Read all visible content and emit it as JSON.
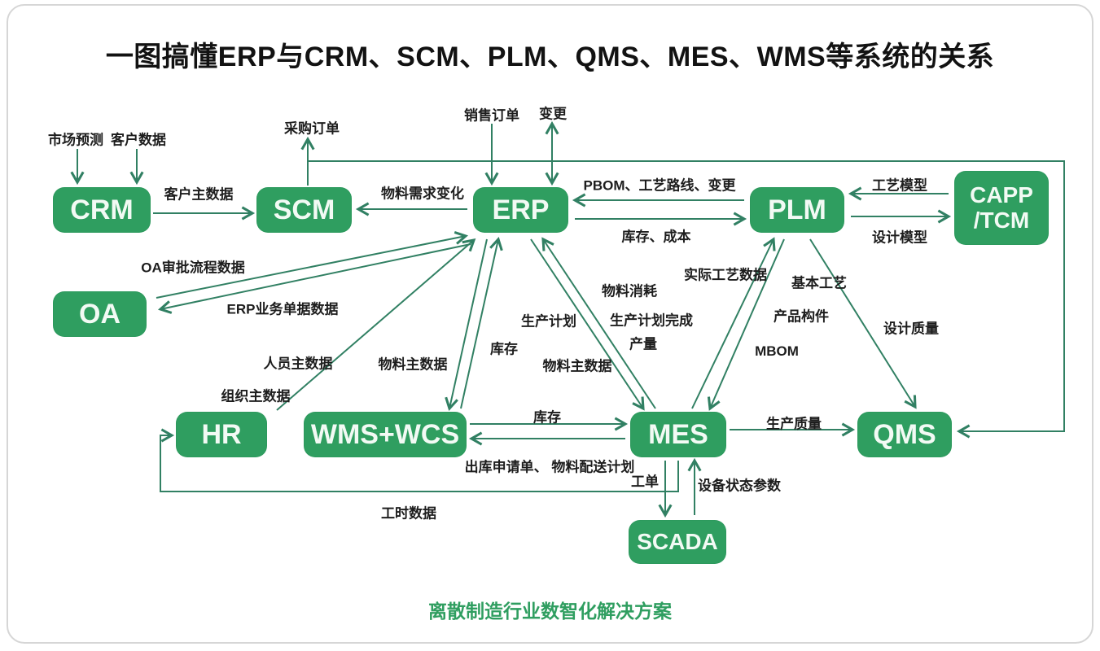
{
  "title": "一图搞懂ERP与CRM、SCM、PLM、QMS、MES、WMS等系统的关系",
  "footer": "离散制造行业数智化解决方案",
  "colors": {
    "box_green": "#2f9e60",
    "line_green": "#318063",
    "label_text": "#1d1d1d",
    "box_text": "#f2faf4",
    "border_gray": "#d6d6d6"
  },
  "nodes": {
    "crm": "CRM",
    "scm": "SCM",
    "erp": "ERP",
    "plm": "PLM",
    "capp_tcm": "CAPP\n/TCM",
    "oa": "OA",
    "hr": "HR",
    "wms_wcs": "WMS+WCS",
    "mes": "MES",
    "qms": "QMS",
    "scada": "SCADA"
  },
  "labels": {
    "market_forecast": "市场预测",
    "customer_data": "客户数据",
    "customer_master": "客户主数据",
    "purchase_order": "采购订单",
    "sales_order": "销售订单",
    "change": "变更",
    "material_demand_change": "物料需求变化",
    "pbom_route_change": "PBOM、工艺路线、变更",
    "inventory_cost": "库存、成本",
    "process_model": "工艺模型",
    "design_model": "设计模型",
    "oa_approval_data": "OA审批流程数据",
    "erp_doc_data": "ERP业务单据数据",
    "personnel_master": "人员主数据",
    "org_master": "组织主数据",
    "material_master_wms": "物料主数据",
    "inventory_erp_wms": "库存",
    "production_plan": "生产计划",
    "material_consumption": "物料消耗",
    "production_plan_done": "生产计划完成",
    "output_qty": "产量",
    "material_master_mes": "物料主数据",
    "actual_process_data": "实际工艺数据",
    "basic_process": "基本工艺",
    "product_component": "产品构件",
    "mbom": "MBOM",
    "design_quality": "设计质量",
    "inventory_wms_mes": "库存",
    "outbound_request": "出库申请单、 物料配送计划",
    "production_quality": "生产质量",
    "work_order": "工单",
    "equipment_status": "设备状态参数",
    "working_hours": "工时数据"
  }
}
